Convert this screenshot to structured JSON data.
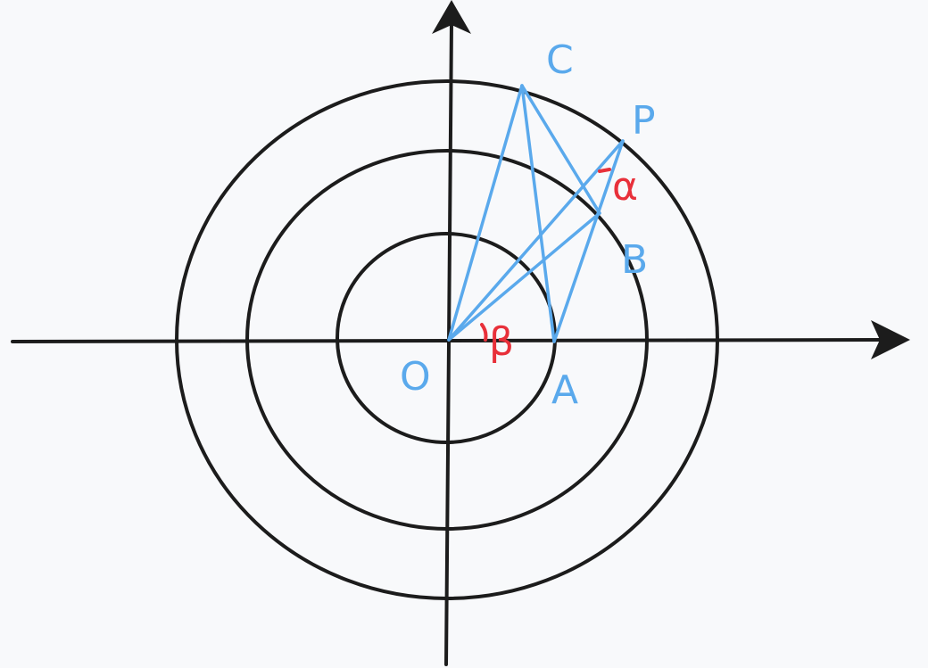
{
  "colors": {
    "background": "#f8f9fb",
    "axes": "#1c1c1c",
    "geometry": "#5aa9ec",
    "angles": "#e8303a"
  },
  "points": {
    "O": "O",
    "A": "A",
    "B": "B",
    "C": "C",
    "P": "P"
  },
  "angles": {
    "alpha": "α",
    "beta": "β"
  }
}
